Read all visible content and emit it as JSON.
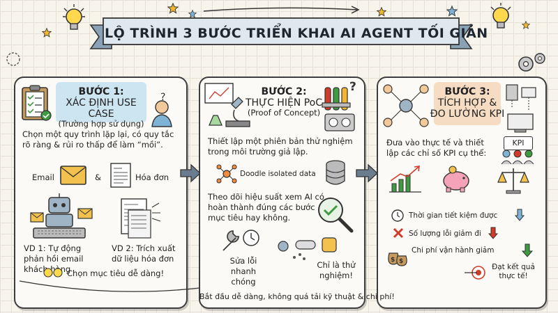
{
  "title": "LỘ TRÌNH 3 BƯỚC TRIỂN KHAI AI AGENT TỐI GIẢN",
  "step1": {
    "num": "BƯỚC 1:",
    "title": "XÁC ĐỊNH USE CASE",
    "subtitle": "(Trường hợp sử dụng)",
    "desc": "Chọn một quy trình lặp lại, có quy tắc rõ ràng & rủi ro thấp để làm “mồi”.",
    "email_label": "Email",
    "amp": "&",
    "invoice_label": "Hóa đơn",
    "ex1": "VD 1: Tự động phản hồi email khách hàng",
    "ex2": "VD 2: Trích xuất dữ liệu hóa đơn",
    "footer": "Chọn mục tiêu dễ dàng!"
  },
  "step2": {
    "num": "BƯỚC 2:",
    "title": "THỰC HIỆN PoC",
    "subtitle": "(Proof of Concept)",
    "desc": "Thiết lập một phiên bản thử nghiệm trong môi trường giả lập.",
    "data_label": "Doodle isolated data",
    "monitor": "Theo dõi hiệu suất xem AI có hoàn thành đúng các bước mục tiêu hay không.",
    "fix": "Sửa lỗi nhanh chóng",
    "test": "Chỉ là thử nghiệm!"
  },
  "step3": {
    "num": "BƯỚC 3:",
    "title": "TÍCH HỢP &",
    "title2": "ĐO LƯỜNG KPI",
    "desc": "Đưa vào thực tế và thiết lập các chỉ số KPI cụ thể:",
    "kpi_badge": "KPI",
    "m1": "Thời gian tiết kiệm được",
    "m2": "Số lượng lỗi giảm đi",
    "m3": "Chi phí vận hành giảm",
    "result": "Đạt kết quả thực tế!"
  },
  "footer_note": "Bắt đầu dễ dàng, không quá tải kỹ thuật & chi phí!",
  "colors": {
    "blue": "#cde4f1",
    "orange": "#f6dcc3",
    "arrow": "#6a7d8e",
    "red": "#d23a2a",
    "green": "#3f9a42"
  }
}
